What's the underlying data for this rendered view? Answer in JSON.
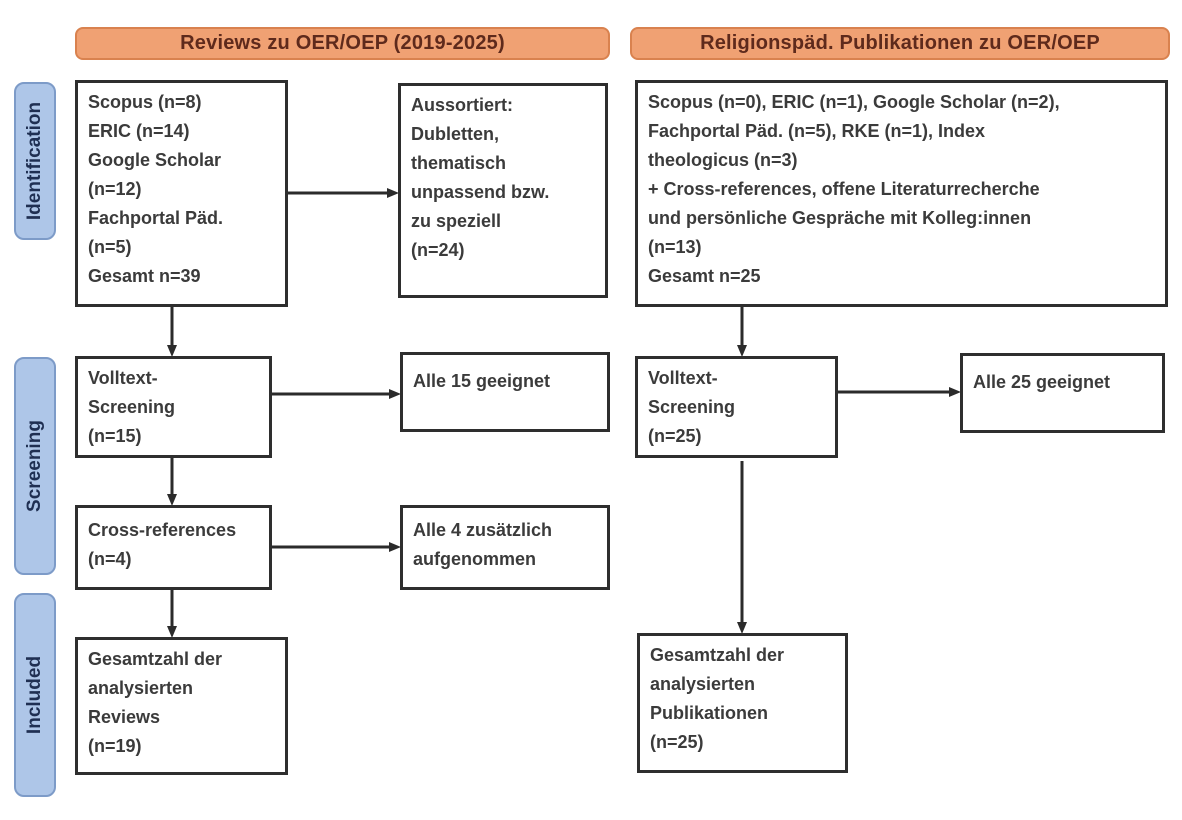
{
  "colors": {
    "header_fill": "#f0a173",
    "header_border": "#d9824f",
    "header_text": "#5e2a1c",
    "stage_fill": "#aec6e8",
    "stage_border": "#7d9bc8",
    "stage_text": "#1f2f52",
    "box_border": "#2e2e2e",
    "box_text": "#3b3b3b",
    "arrow": "#2b2b2b"
  },
  "headers": {
    "left": "Reviews zu OER/OEP (2019-2025)",
    "right": "Religionspäd. Publikationen zu OER/OEP"
  },
  "stages": [
    {
      "label": "Identification"
    },
    {
      "label": "Screening"
    },
    {
      "label": "Included"
    }
  ],
  "boxes": {
    "left_identification": "Scopus (n=8)\nERIC (n=14)\nGoogle Scholar\n(n=12)\nFachportal Päd.\n(n=5)\nGesamt n=39",
    "left_excluded": "Aussortiert:\nDubletten,\nthematisch\nunpassend bzw.\nzu speziell\n(n=24)",
    "left_screening": "Volltext-\nScreening\n(n=15)",
    "left_screening_result": "Alle 15 geeignet",
    "left_crossref": "Cross-references\n(n=4)",
    "left_crossref_result": "Alle 4 zusätzlich\naufgenommen",
    "left_included": "Gesamtzahl der\nanalysierten\nReviews\n(n=19)",
    "right_identification": "Scopus (n=0), ERIC (n=1), Google Scholar (n=2),\nFachportal Päd. (n=5), RKE (n=1), Index\ntheologicus (n=3)\n+ Cross-references, offene Literaturrecherche\nund persönliche Gespräche mit Kolleg:innen\n(n=13)\nGesamt n=25",
    "right_screening": "Volltext-\nScreening\n(n=25)",
    "right_screening_result": "Alle 25 geeignet",
    "right_included": "Gesamtzahl der\nanalysierten\nPublikationen\n(n=25)"
  }
}
